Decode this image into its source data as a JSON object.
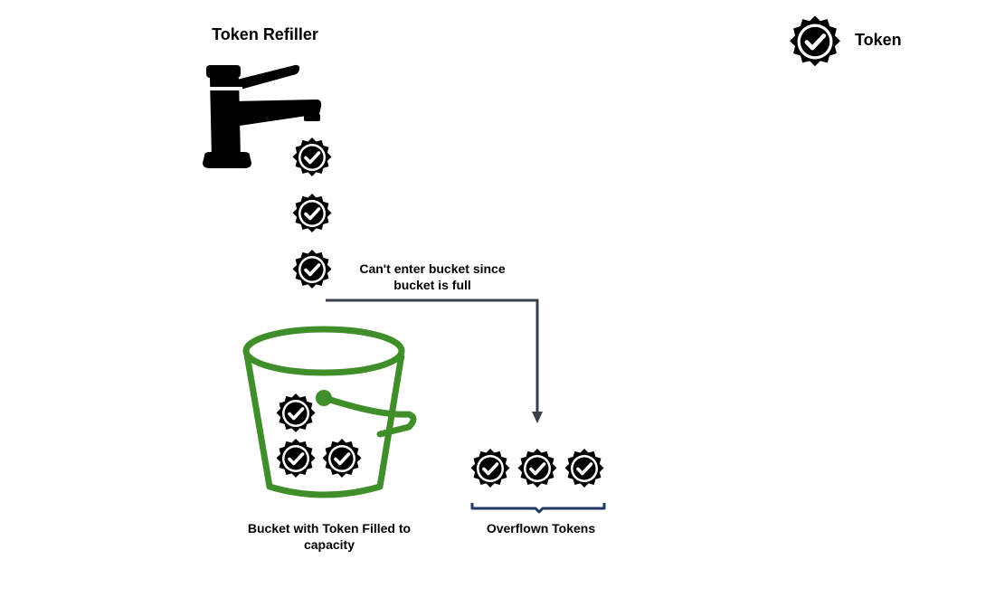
{
  "diagram": {
    "refiller_title": "Token Refiller",
    "legend": {
      "label": "Token",
      "icon": "token-badge-icon"
    },
    "arrow_label": "Can't enter bucket since bucket is full",
    "bucket_label": "Bucket with Token Filled to capacity",
    "overflow_label": "Overflown Tokens",
    "colors": {
      "bucket": "#3f8e2a",
      "arrow": "#3a3f4a",
      "brace": "#1f3a66",
      "token": "#000000"
    },
    "falling_tokens": 3,
    "bucket_tokens": 3,
    "overflow_tokens": 3
  }
}
